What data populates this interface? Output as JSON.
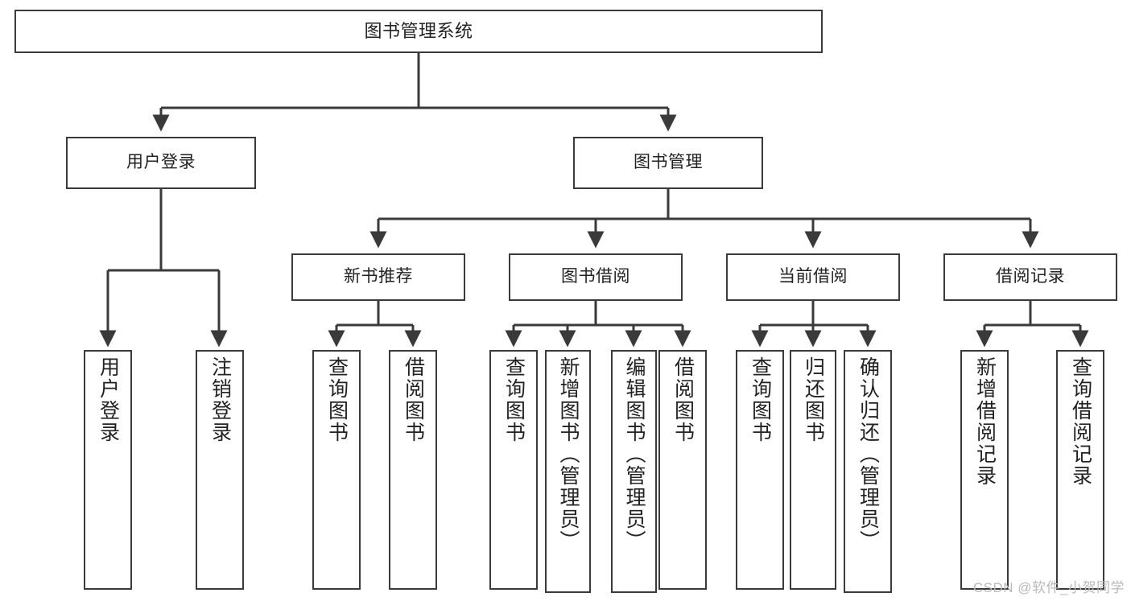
{
  "diagram": {
    "type": "tree",
    "title": "图书管理系统",
    "watermark": "CSDN @软件_小贺同学",
    "colors": {
      "box_border": "#3a3a3a",
      "box_fill": "#ffffff",
      "connector": "#3a3a3a",
      "text": "#222222",
      "watermark": "#b9b9b9",
      "background": "#ffffff"
    },
    "levels": {
      "root": "图书管理系统",
      "level2": [
        "用户登录",
        "图书管理"
      ],
      "level3": [
        "新书推荐",
        "图书借阅",
        "当前借阅",
        "借阅记录"
      ]
    },
    "nodes": {
      "root": {
        "label": "图书管理系统"
      },
      "user_login": {
        "label": "用户登录"
      },
      "book_manage": {
        "label": "图书管理"
      },
      "new_book_rec": {
        "label": "新书推荐"
      },
      "book_borrow": {
        "label": "图书借阅"
      },
      "current_borrow": {
        "label": "当前借阅"
      },
      "borrow_record": {
        "label": "借阅记录"
      },
      "leaf_user_login": {
        "label": "用户登录"
      },
      "leaf_logout": {
        "label": "注销登录"
      },
      "leaf_query_book_1": {
        "label": "查询图书"
      },
      "leaf_borrow_book_1": {
        "label": "借阅图书"
      },
      "leaf_query_book_2": {
        "label": "查询图书"
      },
      "leaf_add_book_admin": {
        "label": "新增图书（管理员）"
      },
      "leaf_edit_book_admin": {
        "label": "编辑图书（管理员）"
      },
      "leaf_borrow_book_2": {
        "label": "借阅图书"
      },
      "leaf_query_book_3": {
        "label": "查询图书"
      },
      "leaf_return_book": {
        "label": "归还图书"
      },
      "leaf_confirm_return_admin": {
        "label": "确认归还（管理员）"
      },
      "leaf_add_record": {
        "label": "新增借阅记录"
      },
      "leaf_query_record": {
        "label": "查询借阅记录"
      }
    },
    "edges": [
      {
        "from": "root",
        "to": "user_login"
      },
      {
        "from": "root",
        "to": "book_manage"
      },
      {
        "from": "user_login",
        "to": "leaf_user_login"
      },
      {
        "from": "user_login",
        "to": "leaf_logout"
      },
      {
        "from": "book_manage",
        "to": "new_book_rec"
      },
      {
        "from": "book_manage",
        "to": "book_borrow"
      },
      {
        "from": "book_manage",
        "to": "current_borrow"
      },
      {
        "from": "book_manage",
        "to": "borrow_record"
      },
      {
        "from": "new_book_rec",
        "to": "leaf_query_book_1"
      },
      {
        "from": "new_book_rec",
        "to": "leaf_borrow_book_1"
      },
      {
        "from": "book_borrow",
        "to": "leaf_query_book_2"
      },
      {
        "from": "book_borrow",
        "to": "leaf_add_book_admin"
      },
      {
        "from": "book_borrow",
        "to": "leaf_edit_book_admin"
      },
      {
        "from": "book_borrow",
        "to": "leaf_borrow_book_2"
      },
      {
        "from": "current_borrow",
        "to": "leaf_query_book_3"
      },
      {
        "from": "current_borrow",
        "to": "leaf_return_book"
      },
      {
        "from": "current_borrow",
        "to": "leaf_confirm_return_admin"
      },
      {
        "from": "borrow_record",
        "to": "leaf_add_record"
      },
      {
        "from": "borrow_record",
        "to": "leaf_query_record"
      }
    ]
  }
}
